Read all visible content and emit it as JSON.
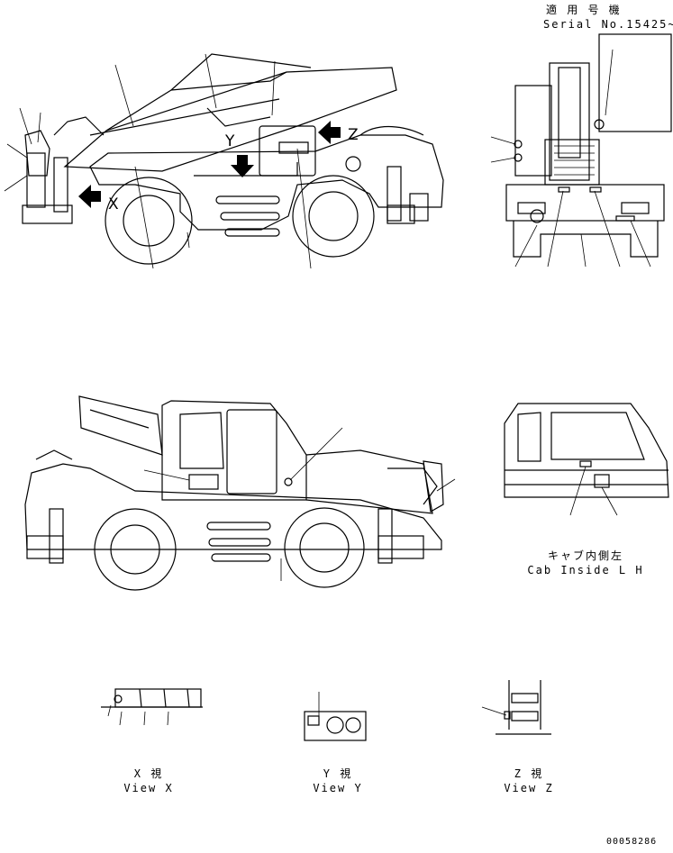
{
  "header": {
    "applicable_jp": "適 用 号 機",
    "serial": "Serial No.15425~"
  },
  "markers": {
    "x": "X",
    "y": "Y",
    "z": "Z"
  },
  "cab_view": {
    "jp": "キャブ内側左",
    "en": "Cab Inside L H"
  },
  "view_x": {
    "jp": "X  視",
    "en": "View X"
  },
  "view_y": {
    "jp": "Y  視",
    "en": "View Y"
  },
  "view_z": {
    "jp": "Z  視",
    "en": "View Z"
  },
  "drawing_number": "00058286"
}
